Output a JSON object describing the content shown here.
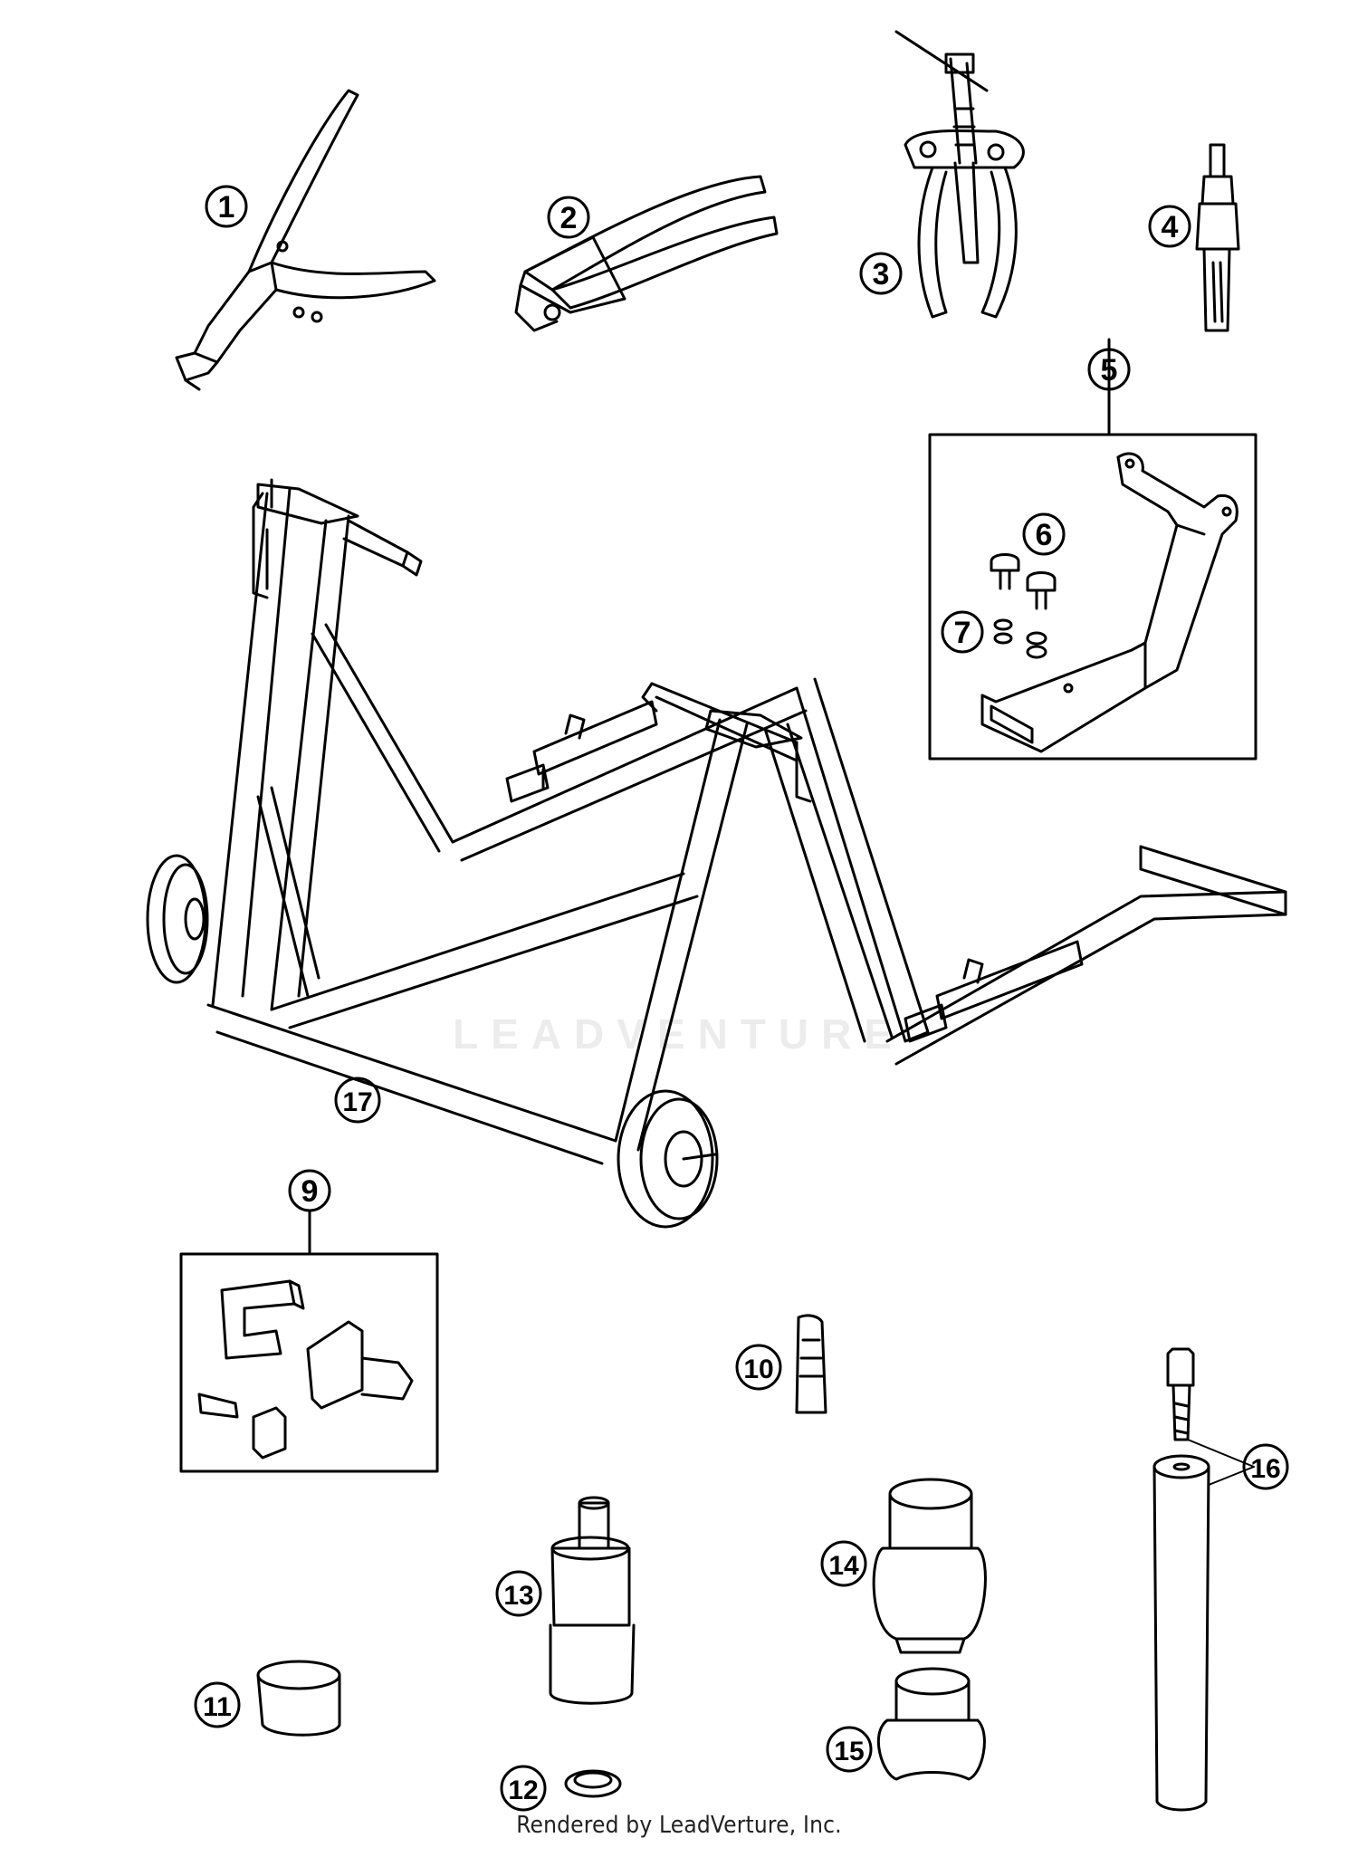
{
  "watermark": "LEADVENTURE",
  "footer": {
    "credit": "Rendered by LeadVerture, Inc."
  },
  "callouts": {
    "c1": "1",
    "c2": "2",
    "c3": "3",
    "c4": "4",
    "c5": "5",
    "c6": "6",
    "c7": "7",
    "c9": "9",
    "c10": "10",
    "c11": "11",
    "c12": "12",
    "c13": "13",
    "c14": "14",
    "c15": "15",
    "c16": "16",
    "c17": "17"
  },
  "colors": {
    "line": "#000000",
    "background": "#ffffff"
  }
}
